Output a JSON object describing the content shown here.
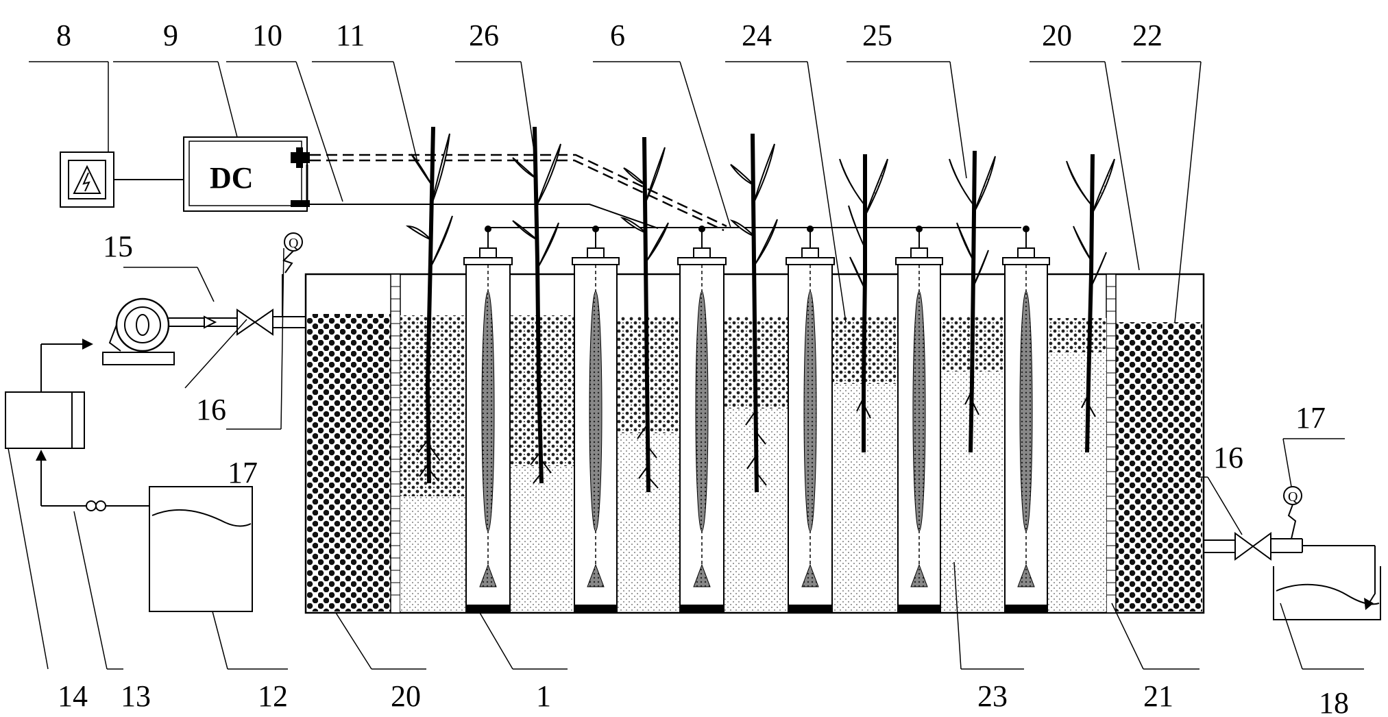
{
  "labels": {
    "top": [
      "8",
      "9",
      "10",
      "11",
      "26",
      "6",
      "24",
      "25",
      "20",
      "22"
    ],
    "left": [
      "15",
      "16"
    ],
    "tank": "17",
    "right": [
      "16",
      "17"
    ],
    "bottom": [
      "14",
      "13",
      "12",
      "20",
      "1",
      "23",
      "21",
      "18"
    ]
  },
  "power_supply_text": "DC"
}
